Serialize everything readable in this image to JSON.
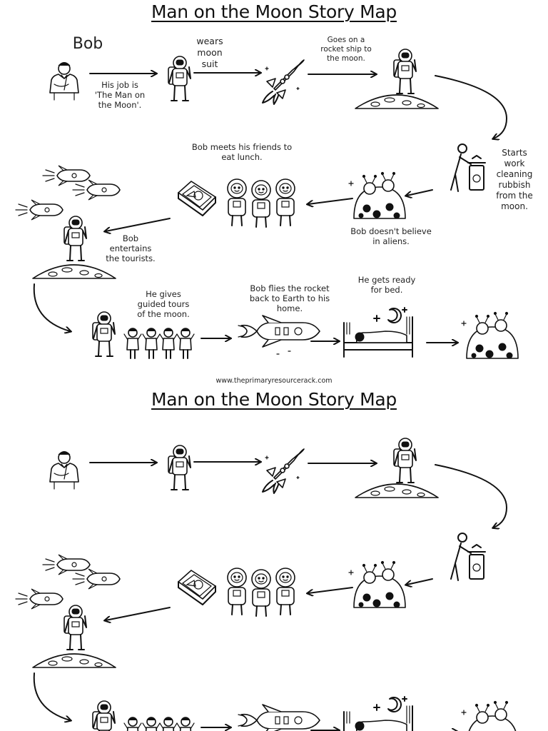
{
  "map1": {
    "title": "Man on the Moon Story Map",
    "name": "Bob",
    "captions": {
      "job": "His job is 'The Man on the Moon'.",
      "suit": "wears moon suit",
      "rocket": "Goes on a rocket ship to the moon.",
      "work": "Starts work cleaning rubbish from the moon.",
      "aliens": "Bob doesn't believe in aliens.",
      "lunch": "Bob meets his friends to eat lunch.",
      "tourists": "Bob entertains the tourists.",
      "tours": "He gives guided tours of the moon.",
      "fly_home": "Bob flies the rocket back to Earth to his home.",
      "bed": "He gets ready for bed."
    }
  },
  "footer": {
    "website": "www.theprimaryresourcerack.com"
  },
  "map2": {
    "title": "Man on the Moon Story Map"
  },
  "icons": [
    "businessman-icon",
    "astronaut-icon",
    "rocket-icon",
    "astronaut-on-moon-icon",
    "person-recycling-icon",
    "alien-moon-icon",
    "lunchbox-icon",
    "three-astronauts-icon",
    "flying-rockets-icon",
    "children-group-icon",
    "bed-icon",
    "night-sky-icon"
  ]
}
